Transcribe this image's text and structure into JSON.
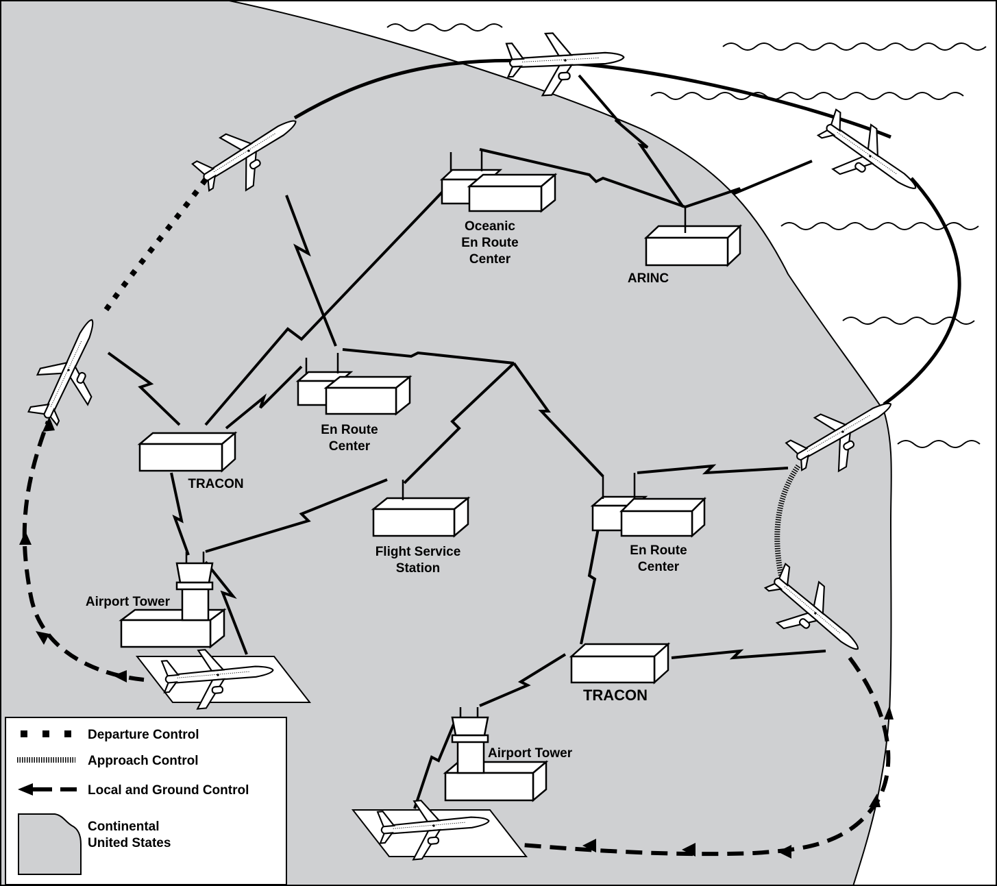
{
  "colors": {
    "land": "#cfd0d2",
    "ocean": "#ffffff",
    "ink": "#000000",
    "box": "#ffffff"
  },
  "labels": {
    "oceanic": [
      "Oceanic",
      "En Route",
      "Center"
    ],
    "arinc": "ARINC",
    "enroute_center_1": [
      "En Route",
      "Center"
    ],
    "enroute_center_2": [
      "En Route",
      "Center"
    ],
    "tracon_1": "TRACON",
    "tracon_2": "TRACON",
    "flight_service": [
      "Flight Service",
      "Station"
    ],
    "airport_tower_1": "Airport Tower",
    "airport_tower_2": "Airport Tower"
  },
  "legend": {
    "items": [
      {
        "icon": "departure-control-line-icon",
        "label": "Departure Control"
      },
      {
        "icon": "approach-control-line-icon",
        "label": "Approach Control"
      },
      {
        "icon": "local-ground-control-arrow-icon",
        "label": "Local and Ground Control"
      },
      {
        "icon": "continental-us-land-icon",
        "label": "Continental United States",
        "lines": [
          "Continental",
          "United States"
        ]
      }
    ]
  }
}
